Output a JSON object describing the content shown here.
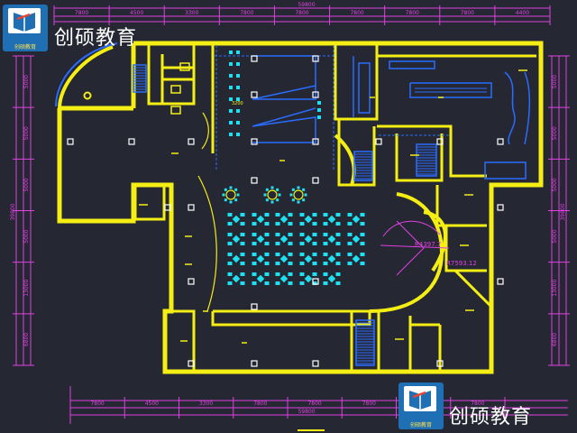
{
  "brand": {
    "name": "创硕教育",
    "sub": "创硕教育"
  },
  "top_dims": {
    "total": "59800",
    "segments": [
      "7800",
      "4500",
      "3300",
      "7800",
      "7800",
      "7800",
      "7800",
      "7800",
      "4400"
    ]
  },
  "bottom_dims": {
    "total": "59800",
    "segments": [
      "7800",
      "4500",
      "3300",
      "7800",
      "7800",
      "7800",
      "7800",
      "7800"
    ]
  },
  "left_dims": {
    "total": "39800",
    "segments": [
      "5000",
      "5000",
      "5000",
      "5000",
      "13000",
      "6800"
    ]
  },
  "right_dims": {
    "total": "39800",
    "segments": [
      "5000",
      "5000",
      "5000",
      "5000",
      "13000",
      "6800"
    ]
  },
  "annotations": {
    "radius_1": "R4397.7",
    "radius_2": "R7593.12",
    "width_small": "3200"
  },
  "colors": {
    "background": "#252833",
    "walls": "#f4ee15",
    "dimension": "#e040e0",
    "furniture": "#2a6cff",
    "tables": "#1fe0f0",
    "columns": "#ffffff"
  }
}
